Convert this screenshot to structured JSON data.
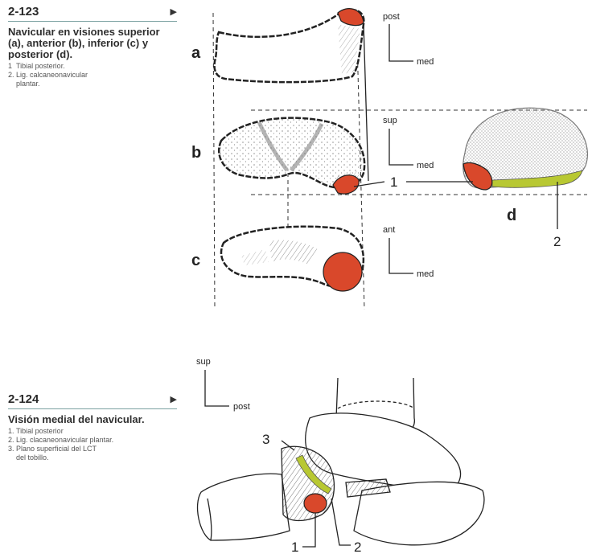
{
  "figure_123": {
    "number": "2-123",
    "title": "Navicular en visiones superior (a), anterior (b), inferior (c) y posterior (d).",
    "legend": [
      {
        "num": "1",
        "text": "Tibial posterior."
      },
      {
        "num": "2.",
        "text": "Lig. calcaneonavicular",
        "cont": "plantar."
      }
    ],
    "views": {
      "a": "a",
      "b": "b",
      "c": "c",
      "d": "d"
    },
    "orientation": {
      "a": {
        "v": "post",
        "h": "med"
      },
      "b": {
        "v": "sup",
        "h": "med"
      },
      "c": {
        "v": "ant",
        "h": "med"
      }
    },
    "callouts": {
      "one": "1",
      "two": "2"
    }
  },
  "figure_124": {
    "number": "2-124",
    "title": "Visión medial del navicular.",
    "legend": [
      {
        "num": "1.",
        "text": "Tibial posterior"
      },
      {
        "num": "2.",
        "text": "Lig. clacaneonavicular plantar."
      },
      {
        "num": "3.",
        "text": "Plano superficial del LCT",
        "cont": "del tobillo."
      }
    ],
    "orientation": {
      "v": "sup",
      "h": "post"
    },
    "callouts": {
      "one": "1",
      "two": "2",
      "three": "3"
    }
  },
  "colors": {
    "tendon": "#d9482b",
    "ligament": "#b8c832",
    "outline": "#222222",
    "rule": "#7aa0a0"
  }
}
